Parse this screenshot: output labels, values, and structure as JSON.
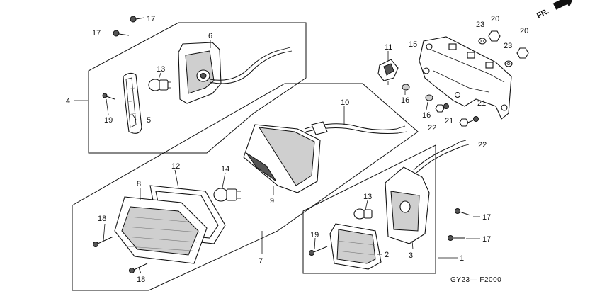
{
  "diagram": {
    "direction_label": "FR.",
    "code": "GY23— F2000",
    "callouts": {
      "c1": "1",
      "c2": "2",
      "c3": "3",
      "c4": "4",
      "c5": "5",
      "c6": "6",
      "c7": "7",
      "c8": "8",
      "c9": "9",
      "c10": "10",
      "c11": "11",
      "c12": "12",
      "c13a": "13",
      "c13b": "13",
      "c14": "14",
      "c15": "15",
      "c16a": "16",
      "c16b": "16",
      "c17a": "17",
      "c17b": "17",
      "c17c": "17",
      "c17d": "17",
      "c18a": "18",
      "c18b": "18",
      "c19a": "19",
      "c19b": "19",
      "c20a": "20",
      "c20b": "20",
      "c21a": "21",
      "c21b": "21",
      "c22a": "22",
      "c22b": "22",
      "c23a": "23",
      "c23b": "23"
    }
  },
  "colors": {
    "line": "#111111",
    "background": "#ffffff"
  },
  "icons": {
    "direction": "arrow-icon"
  }
}
